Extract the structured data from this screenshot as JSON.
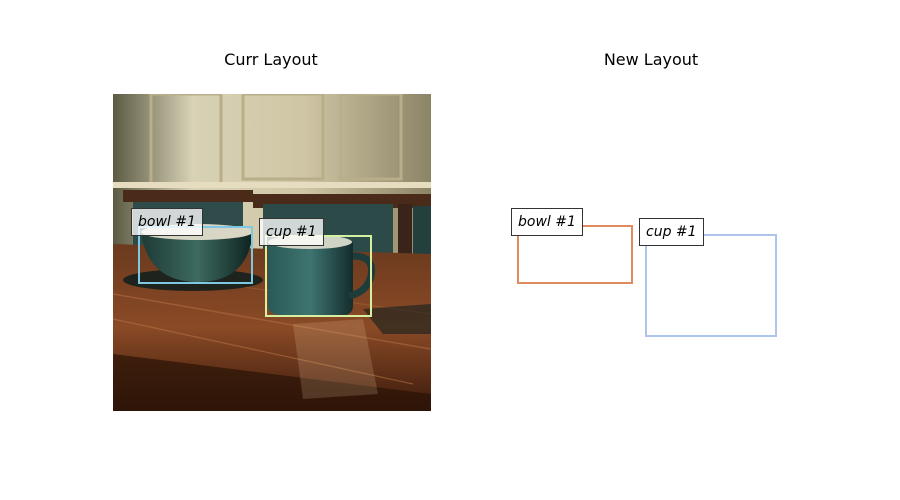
{
  "panels": {
    "left": {
      "title": "Curr Layout"
    },
    "right": {
      "title": "New Layout"
    }
  },
  "objects": {
    "bowl": {
      "label": "bowl #1"
    },
    "cup": {
      "label": "cup #1"
    }
  },
  "colors": {
    "bowl_current": "#7ec8e3",
    "cup_current": "#d4f0a0",
    "bowl_new": "#e08a60",
    "cup_new": "#aec4ec"
  }
}
